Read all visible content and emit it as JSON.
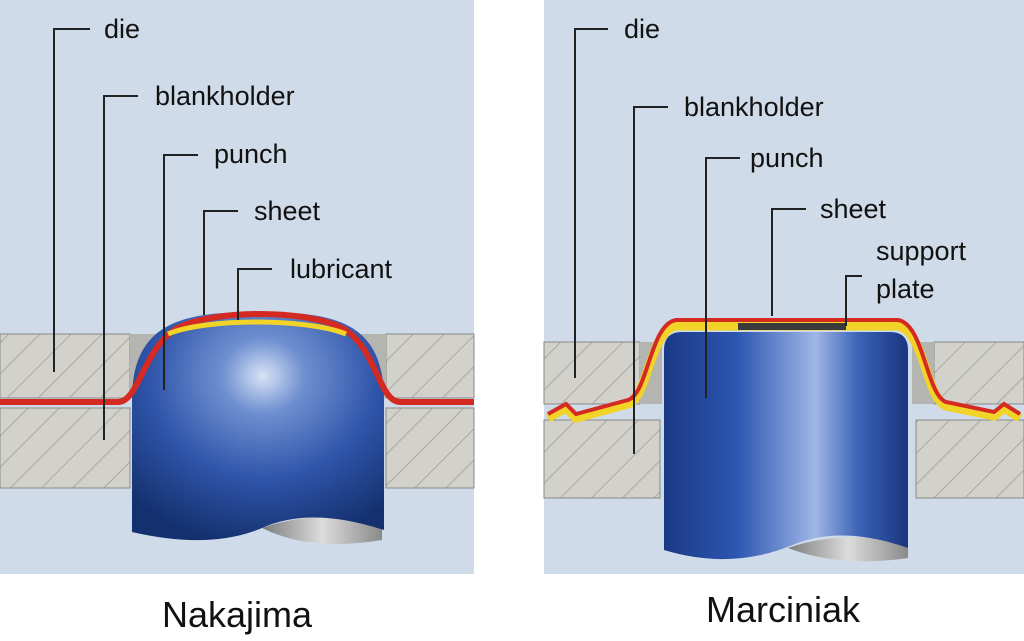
{
  "nakajima": {
    "caption": "Nakajima",
    "labels": {
      "die": "die",
      "blankholder": "blankholder",
      "punch": "punch",
      "sheet": "sheet",
      "lubricant": "lubricant"
    }
  },
  "marciniak": {
    "caption": "Marciniak",
    "labels": {
      "die": "die",
      "blankholder": "blankholder",
      "punch": "punch",
      "sheet": "sheet",
      "support_line1": "support",
      "support_line2": "plate"
    }
  },
  "colors": {
    "background": "#cfdbe8",
    "tool": "#d2d1cc",
    "tool_hatch": "#9e9d98",
    "punch_blue": "#2a52a6",
    "sheet_red": "#d42a22",
    "lubricant_yellow": "#f2d328",
    "support_plate": "#3a3a3a"
  }
}
